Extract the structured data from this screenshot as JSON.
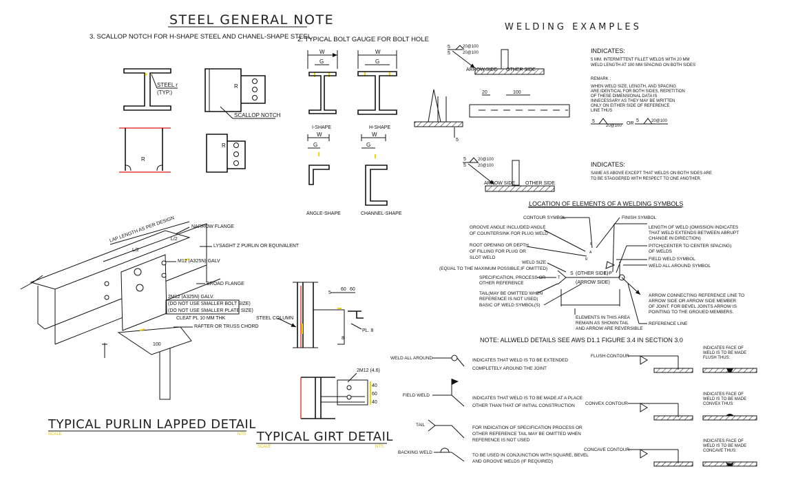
{
  "steel_note": {
    "title": "STEEL GENERAL NOTE",
    "scallop_heading": "3. SCALLOP NOTCH FOR H-SHAPE STEEL AND CHANEL-SHAPE STEEL",
    "bolt_heading": "2. TYPICAL BOLT GAUGE FOR BOLT HOLE",
    "steel_r": "STEEL r",
    "typ": "(TYP.)",
    "r": "R",
    "scallop_notch": "SCALLOP NOTCH",
    "w": "W",
    "g": "G",
    "i_shape": "I-SHAPE",
    "h_shape": "H-SHAPE",
    "angle_shape": "ANGLE-SHAPE",
    "channel_shape": "CHANNEL-SHAPE"
  },
  "purlin": {
    "title": "TYPICAL PURLIN LAPPED DETAIL",
    "scale": "SCALE",
    "nts": "NTS",
    "lap_dim": "LAP LENGTH AS PER DESIGN",
    "narrow_flange": "NARROW FLANGE",
    "lysaght": "LYSAGHT Z PURLIN OR EQUIVALENT",
    "m12": "M12 (A325N) GALV",
    "broad_flange": "BROAD FLANGE",
    "note1": "2M12 (A325N) GALV.",
    "note2": "(DO NOT USE SMALLER BOLT SIZE)",
    "note3": "(DO NOT USE SMALLER PLATE SIZE)",
    "cleat": "CLEAT PL 10 MM THK",
    "rafter": "RAFTER OR TRUSS CHORD",
    "l2a": "L/2",
    "l2b": "L/2",
    "dim100": "100"
  },
  "girt": {
    "title": "TYPICAL GIRT DETAIL",
    "scale": "SCALE",
    "nts": "NTS",
    "steel_column": "STEEL COLUMN",
    "pl8": "PL. 8",
    "bolts": "2M12 (4.6)",
    "d1": "60",
    "d2": "60",
    "d3": "40",
    "d4": "60",
    "d5": "40",
    "five": "5",
    "eight": "8"
  },
  "welding": {
    "title": "WELDING EXAMPLES",
    "ex1_indicates": "INDICATES:",
    "ex1_text1": "5 MM. INTERMITTENT FILLET WELDS WITH 20 MM",
    "ex1_text2": "WELD LENGTH AT 100 MM SPACING ON BOTH SIDES",
    "remark": "REMARK :",
    "remark1": "WHEN WELD SIZE, LENGTH, AND SPACING",
    "remark2": "ARE IDENTICAL FOR BOTH SIDES, REPETITION",
    "remark3": "OF THESE DIMENSIONAL DATA IS",
    "remark4": "INNECESSARY AS THEY MAY BE WRITTEN",
    "remark5": "ONLY ON EITHER SIDE OF REFERENCE",
    "remark6": "LINE THUS",
    "or": "OR",
    "five": "5",
    "spec": "20@100",
    "dim20": "20",
    "dim100": "100",
    "arrow_side": "ARROW SIDE",
    "other_side": "OTHER SIDE",
    "ex2_indicates": "INDICATES:",
    "ex2_text1": "SAME AS ABOVE EXCEPT THAT WELDS ON BOTH SIDES ARE",
    "ex2_text2": "TO BE STAGGERED WITH RESPECT TO ONE ANOTHER."
  },
  "symbol": {
    "title": "LOCATION OF ELEMENTS OF A WELDING SYMBOLS",
    "contour": "CONTOUR SYMBOL",
    "finish": "FINISH SYMBOL",
    "groove1": "GROOVE ANGLE INCLUDED ANGLE",
    "groove2": "OF COUNTERSINK FOR PLUG WELD",
    "root1": "ROOT OPENING OR DEPTH",
    "root2": "OF FILLING FOR PLUG OR",
    "root3": "SLOT WELD",
    "size1": "WELD SIZE",
    "size2": "(EQUAL TO THE MAXIMUM POSSIBLE,IF OMITTED)",
    "specproc1": "SPECIFICATION, PROCESS OR",
    "specproc2": "OTHER REFERENCE",
    "tail1": "TAIL(MAY BE OMITTED WHEN",
    "tail2": "REFERENCE IS NOT USED)",
    "basic": "BASIC OF WELD SYMBOL(S)",
    "length1": "LENGTH OF WELD (OMISSION INDICATES",
    "length2": "THAT WELD EXTENDS BETWEEN ABRUPT",
    "length3": "CHANGE IN DIRECTION)",
    "pitch1": "PITCH(CENTER TO CENTER SPACING)",
    "pitch2": "OF WELDS",
    "field": "FIELD WELD SYMBOL",
    "allaround": "WELD ALL AROUND SYMBOL",
    "arrowconn1": "ARROW CONNECTING REFERENCE LINE TO",
    "arrowconn2": "ARROW SIDE OR ARROW SIDE MEMBER",
    "arrowconn3": "OF JOINT. FOR BEVEL JOINTS ARROW IS",
    "arrowconn4": "POINTING TO THE GROUED MEMBERS.",
    "refline": "REFERENCE LINE",
    "elements1": "ELEMENTS IN THIS AREA",
    "elements2": "REMAIN AS SHOWN TAIL",
    "elements3": "AND ARROW ARE REVERSIBLE",
    "ref_s": "S",
    "ref_other": "(OTHER SIDE)",
    "ref_lp": "L-P",
    "ref_arrow": "(ARROW SIDE)",
    "ref_t": "T",
    "ref_a": "A",
    "ref_r": "R",
    "ref_f": "F",
    "note": "NOTE: ALLWELD DETAILS SEE AWS D1.1 FIGURE 3.4 IN SECTION 3.0"
  },
  "legend": {
    "allaround_label": "WELD ALL AROUND",
    "allaround1": "INDICATES THAT WELD IS TO BE EXTENDED",
    "allaround2": "COMPLETELY AROUND THE JOINT",
    "field_label": "FIELD WELD",
    "field1": "INDICATES THAT WELD IS TO BE MADE AT A PLACE",
    "field2": "OTHER THAN THAT OF INITIAL CONSTRUCTION",
    "tail_label": "TAIL",
    "tail1": "FOR INDICATION OF SPECIFICATION PROCESS OR",
    "tail2": "OTHER REFERENCE TAIL MAY BE OMITTED WHEN",
    "tail3": "REFERENCE IS NOT USED",
    "backing_label": "BACKING WELD",
    "backing1": "TO BE USED IN CONJUNCTION WITH SQUARE, BEVEL",
    "backing2": "AND GROOVE WELDS (IF REQUIRED)"
  },
  "contours": {
    "flush": "FLUSH CONTOUR",
    "convex": "CONVEX CONTOUR",
    "concave": "CONCAVE CONTOUR",
    "flush_ind1": "INDICATES FACE OF",
    "flush_ind2": "WELD IS TO BE MADE",
    "flush_ind3": "FLUSH THUS:",
    "convex_ind1": "INDICATES FACE OF",
    "convex_ind2": "WELD IS TO BE MADE",
    "convex_ind3": "CONVEX THUS:",
    "concave_ind1": "INDICATES FACE OF",
    "concave_ind2": "WELD IS TO BE MADE",
    "concave_ind3": "CONCAVE THUS:"
  }
}
